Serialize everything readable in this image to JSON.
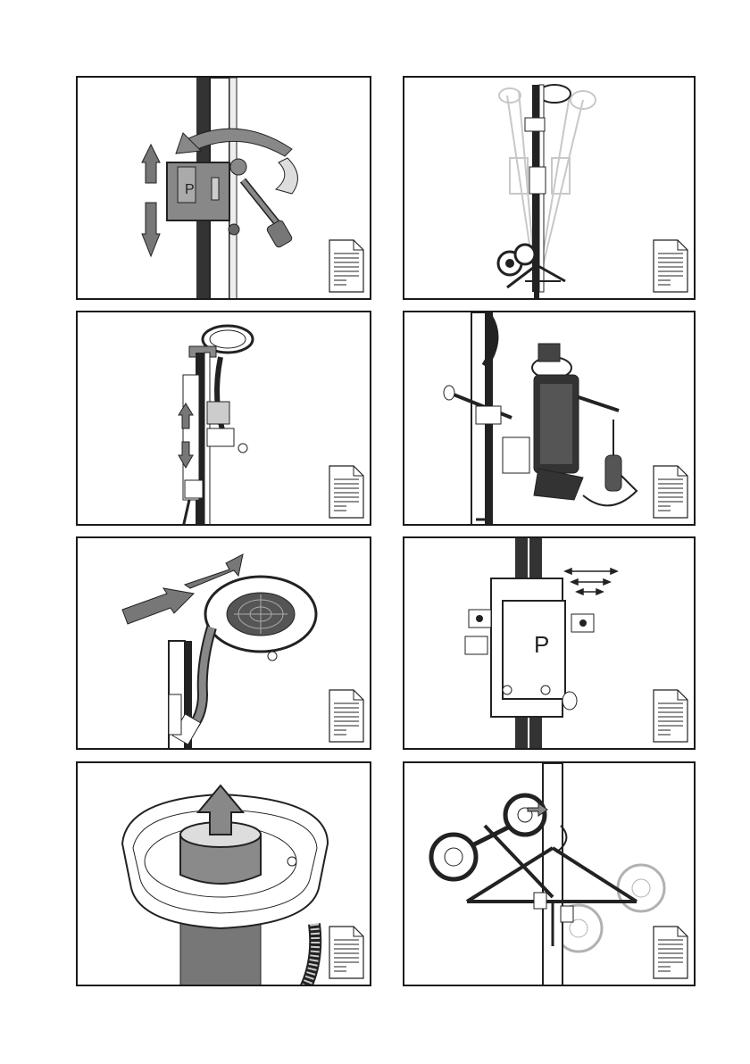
{
  "page": {
    "panels": [
      {
        "id": 1,
        "scene": "carriage-rotate-handle"
      },
      {
        "id": 2,
        "scene": "column-tilt-swing"
      },
      {
        "id": 3,
        "scene": "carriage-slide-with-dust-cup"
      },
      {
        "id": 4,
        "scene": "drill-motor-mounted"
      },
      {
        "id": 5,
        "scene": "dust-collector-slide"
      },
      {
        "id": 6,
        "scene": "carriage-adjustment-screws"
      },
      {
        "id": 7,
        "scene": "dust-cup-insert-remove"
      },
      {
        "id": 8,
        "scene": "trolley-wheels-fold"
      }
    ],
    "icons": [
      "manual-page-icon"
    ],
    "colors": {
      "line": "#1a1a1a",
      "grey": "#7a7a7a",
      "light": "#d9d9d9",
      "shadow": "#9a9a9a"
    }
  }
}
